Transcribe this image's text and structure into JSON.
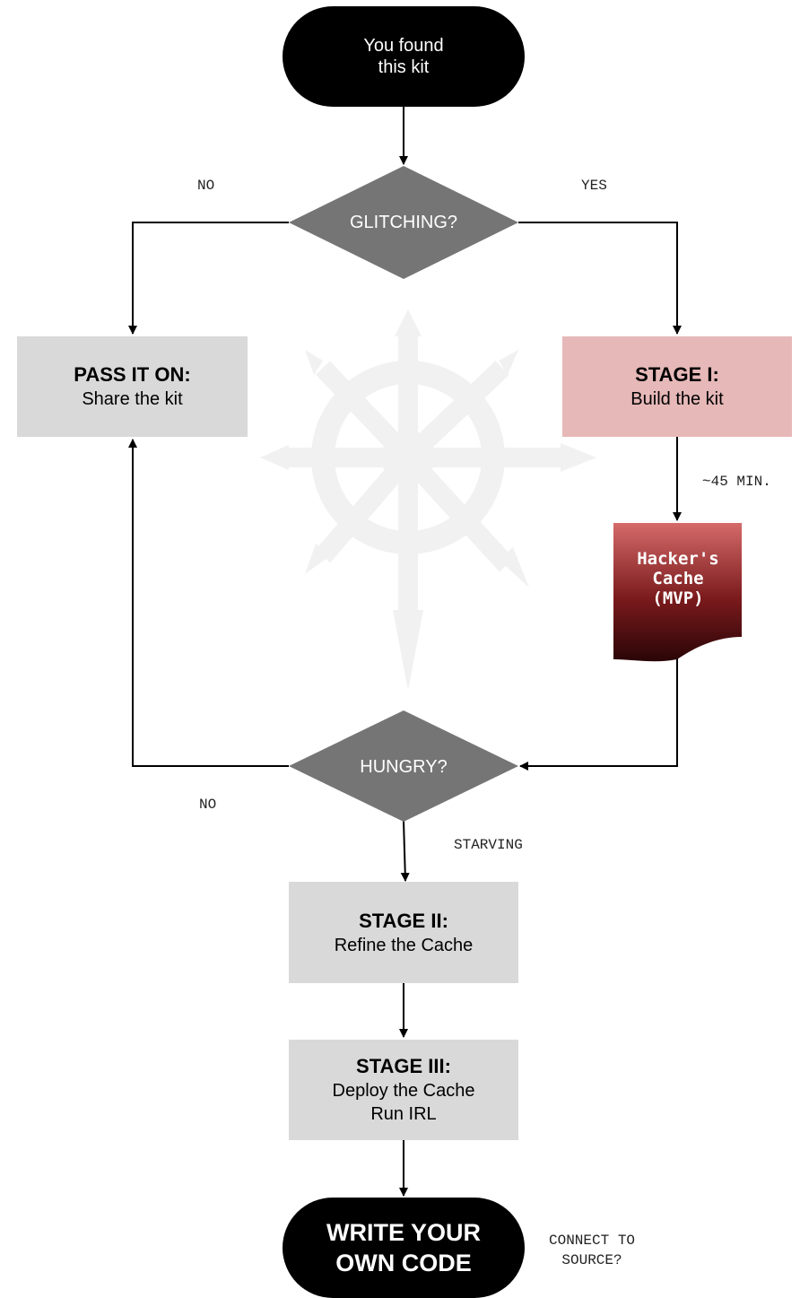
{
  "start": {
    "line1": "You found",
    "line2": "this kit"
  },
  "decision_glitching": {
    "label": "GLITCHING?",
    "no": "NO",
    "yes": "YES"
  },
  "pass_it_on": {
    "title": "PASS IT ON:",
    "sub": "Share the kit"
  },
  "stage1": {
    "title": "STAGE I:",
    "sub": "Build the kit",
    "time": "~45 MIN."
  },
  "cache": {
    "line1": "Hacker's",
    "line2": "Cache",
    "line3": "(MVP)"
  },
  "decision_hungry": {
    "label": "HUNGRY?",
    "no": "NO",
    "starving": "STARVING"
  },
  "stage2": {
    "title": "STAGE II:",
    "sub": "Refine the Cache"
  },
  "stage3": {
    "title": "STAGE III:",
    "line1": "Deploy the Cache",
    "line2": "Run IRL"
  },
  "end": {
    "line1": "WRITE YOUR",
    "line2": "OWN CODE",
    "note1": "CONNECT TO",
    "note2": "SOURCE?"
  },
  "colors": {
    "terminal": "#000000",
    "box": "#d9d9d9",
    "stage1": "#e6b8b8",
    "decision": "#757575",
    "cache_top": "#d56a6a",
    "cache_bottom": "#2a0507"
  },
  "icons": {
    "watermark": "chaos-star-icon"
  }
}
